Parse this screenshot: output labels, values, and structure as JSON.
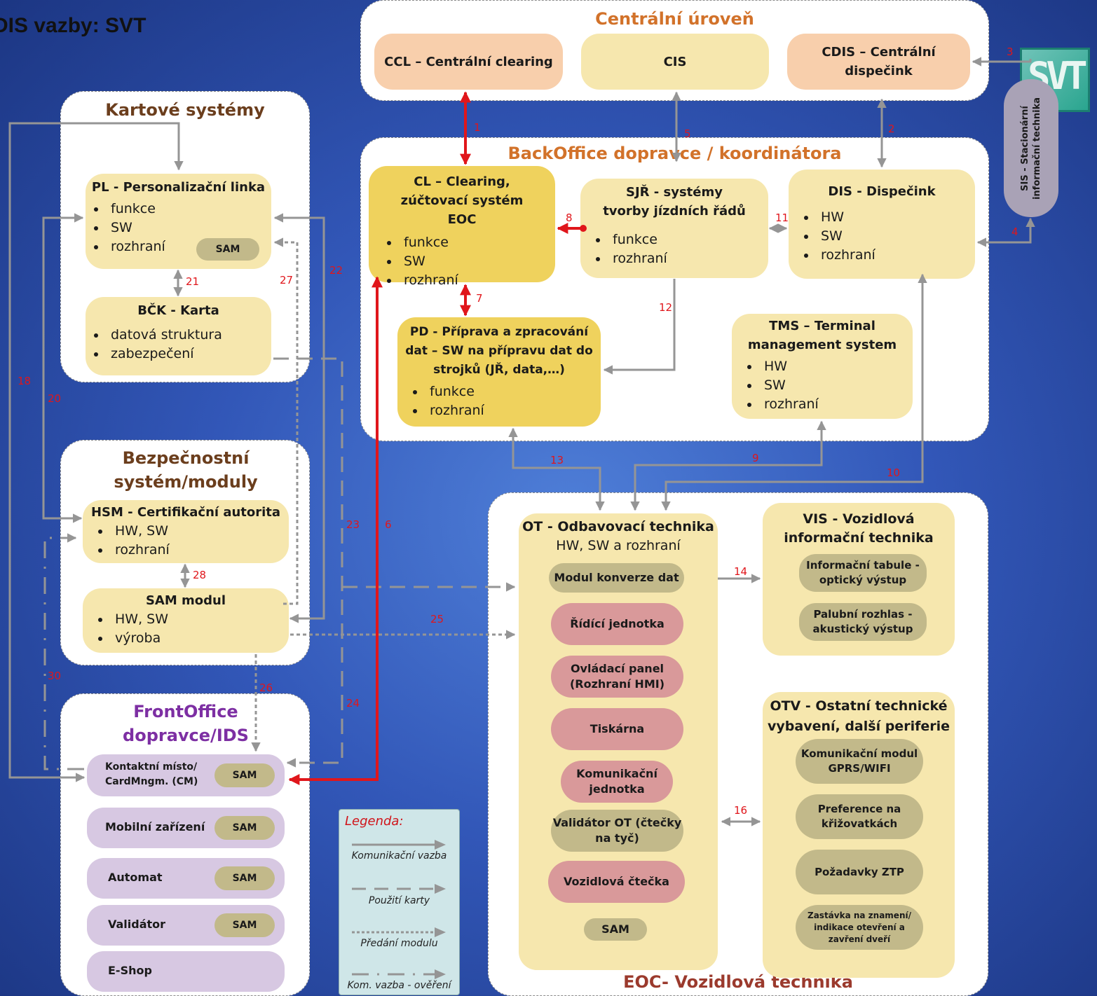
{
  "page_title": "DIS vazby: SVT",
  "central": {
    "title": "Centrální úroveň",
    "ccl": "CCL – Centrální clearing",
    "cis": "CIS",
    "cdis": "CDIS – Centrální dispečink"
  },
  "sis": {
    "label": "SIS - Stacionární informační technika"
  },
  "backoffice": {
    "title": "BackOffice dopravce / koordinátora",
    "cl": {
      "title": "CL – Clearing, zúčtovací systém EOC",
      "items": [
        "funkce",
        "SW",
        "rozhraní"
      ]
    },
    "sjr": {
      "title": "SJŘ - systémy tvorby jízdních řádů",
      "items": [
        "funkce",
        "rozhraní"
      ]
    },
    "dis": {
      "title": "DIS - Dispečink",
      "items": [
        "HW",
        "SW",
        "rozhraní"
      ]
    },
    "pd": {
      "title": "PD - Příprava a zpracování dat – SW na přípravu dat do strojků (JŘ, data,…)",
      "items": [
        "funkce",
        "rozhraní"
      ]
    },
    "tms": {
      "title": "TMS – Terminal management system",
      "items": [
        "HW",
        "SW",
        "rozhraní"
      ]
    }
  },
  "kartove": {
    "title": "Kartové systémy",
    "pl": {
      "title": "PL - Personalizační linka",
      "items": [
        "funkce",
        "SW",
        "rozhraní"
      ],
      "sam": "SAM"
    },
    "bck": {
      "title": "BČK - Karta",
      "items": [
        "datová struktura",
        "zabezpečení"
      ]
    }
  },
  "bezpecnost": {
    "title": "Bezpečnostní systém/moduly",
    "hsm": {
      "title": "HSM - Certifikační autorita",
      "items": [
        "HW, SW",
        "rozhraní"
      ]
    },
    "sam": {
      "title": "SAM modul",
      "items": [
        "HW, SW",
        "výroba"
      ]
    }
  },
  "frontoffice": {
    "title": "FrontOffice dopravce/IDS",
    "rows": [
      {
        "label": "Kontaktní místo/ CardMngm. (CM)",
        "sam": "SAM"
      },
      {
        "label": "Mobilní zařízení",
        "sam": "SAM"
      },
      {
        "label": "Automat",
        "sam": "SAM"
      },
      {
        "label": "Validátor",
        "sam": "SAM"
      },
      {
        "label": "E-Shop",
        "sam": ""
      }
    ]
  },
  "eoc": {
    "title": "EOC- Vozidlová technika",
    "ot": {
      "title": "OT - Odbavovací technika",
      "subtitle": "HW, SW a rozhraní",
      "modules": [
        "Modul konverze dat",
        "Řídící jednotka",
        "Ovládací panel (Rozhraní HMI)",
        "Tiskárna",
        "Komunikační jednotka",
        "Validátor OT (čtečky na tyč)",
        "Vozidlová čtečka",
        "SAM"
      ]
    },
    "vis": {
      "title": "VIS - Vozidlová informační technika",
      "modules": [
        "Informační tabule - optický výstup",
        "Palubní rozhlas - akustický výstup"
      ]
    },
    "otv": {
      "title": "OTV - Ostatní technické vybavení, další periferie",
      "modules": [
        "Komunikační modul GPRS/WIFI",
        "Preference na křižovatkách",
        "Požadavky ZTP",
        "Zastávka na znamení/ indikace otevření a zavření dveří"
      ]
    }
  },
  "legend": {
    "title": "Legenda:",
    "items": [
      "Komunikační vazba",
      "Použití karty",
      "Předání modulu",
      "Kom. vazba - ověření"
    ]
  },
  "link_numbers": [
    "1",
    "2",
    "3",
    "4",
    "5",
    "6",
    "7",
    "8",
    "9",
    "10",
    "11",
    "12",
    "13",
    "14",
    "16",
    "18",
    "20",
    "21",
    "22",
    "23",
    "24",
    "25",
    "26",
    "27",
    "28",
    "30"
  ],
  "colors": {
    "background": "#3257b8",
    "wire": "#959595",
    "red_link": "#e0161b",
    "cream": "#f6e7ae",
    "gold": "#efd25d",
    "peach": "#f8cfac",
    "lavender": "#d7c8e2",
    "olive": "#c2b98a",
    "rose": "#d9999a"
  }
}
